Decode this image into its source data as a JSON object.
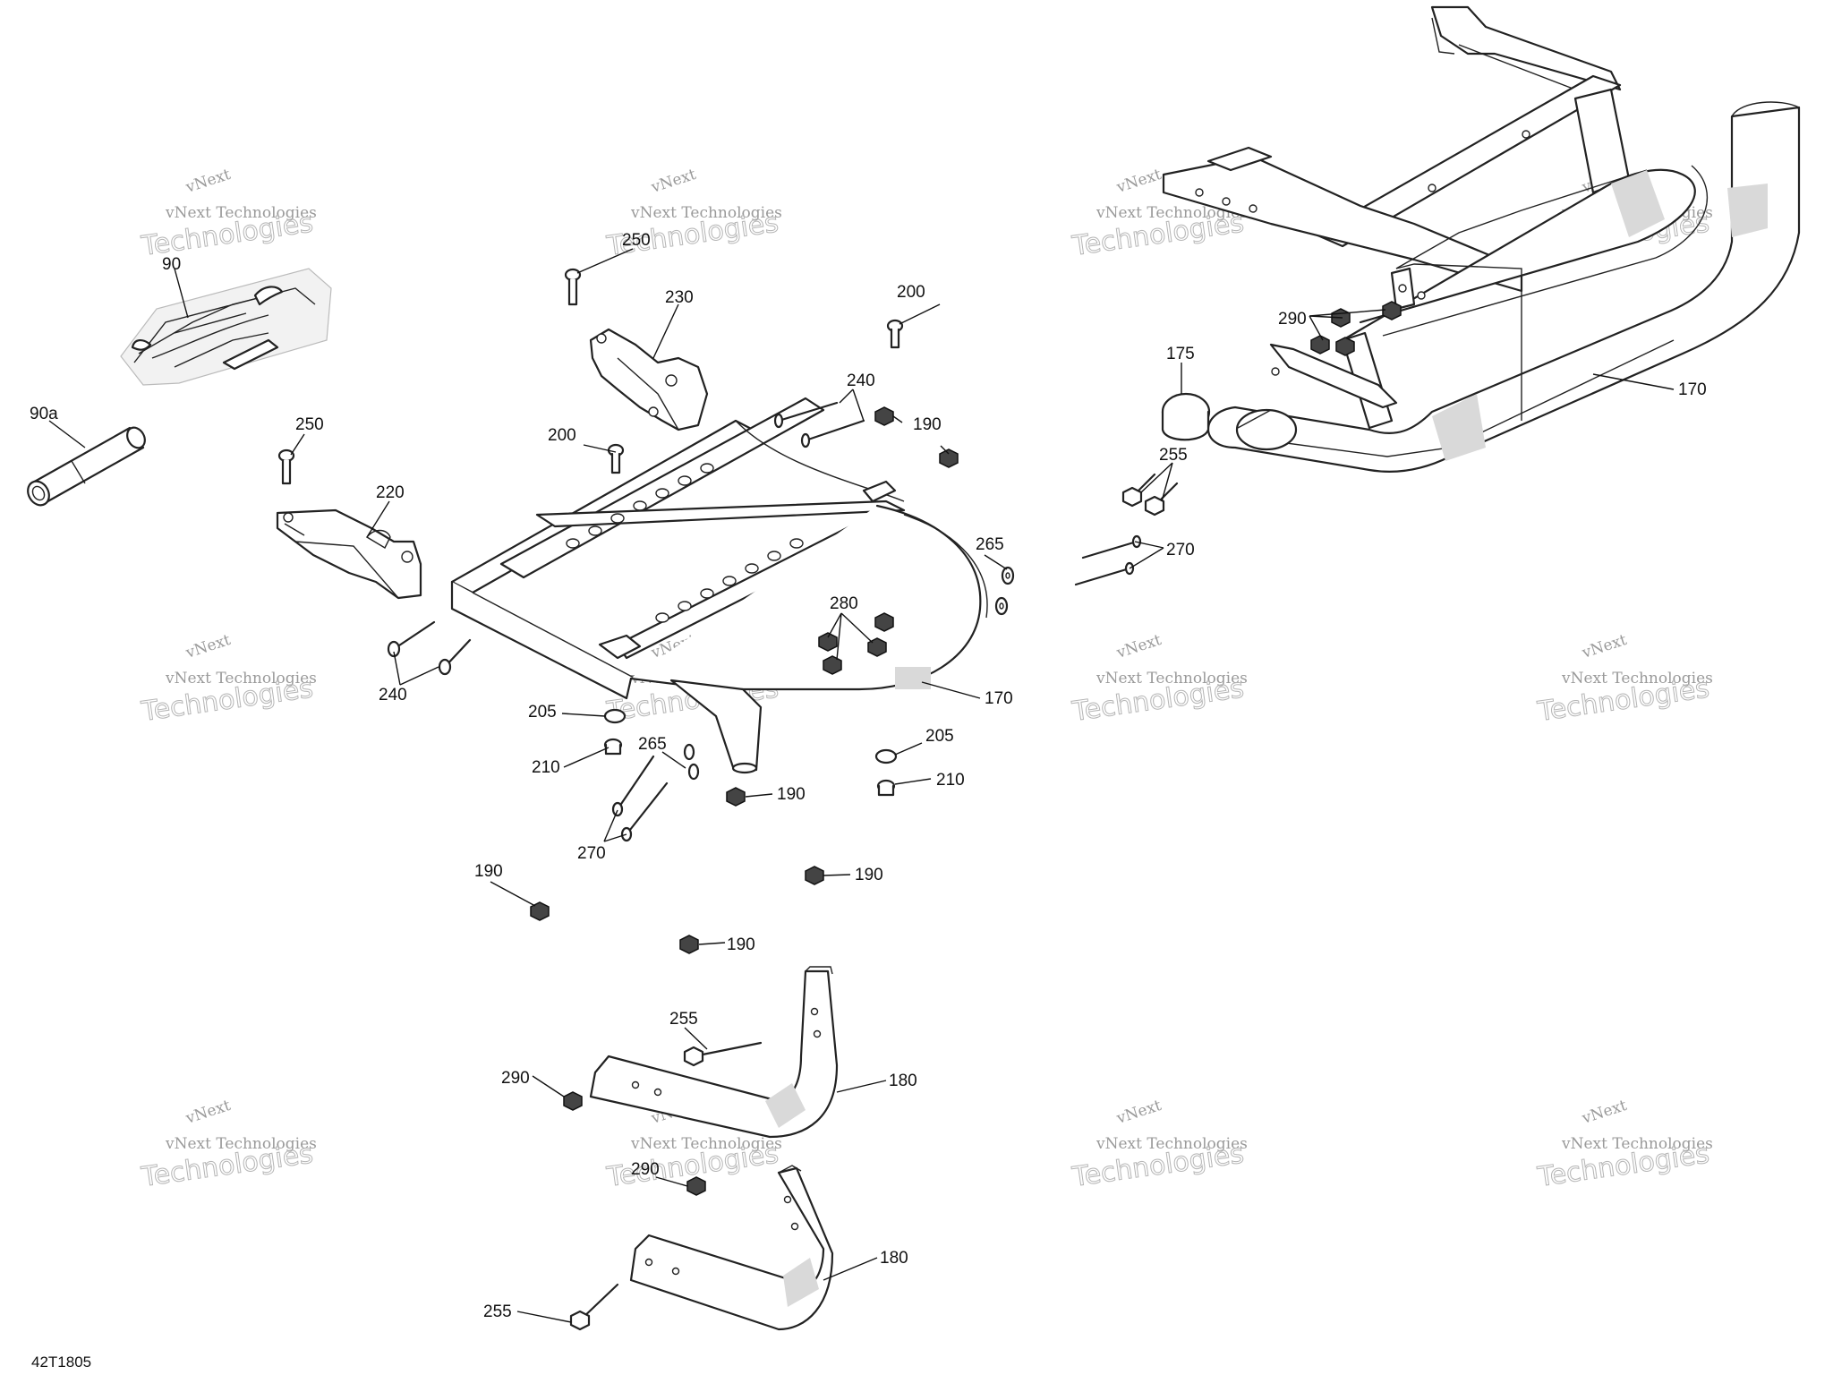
{
  "document_id": "42T1805",
  "watermark": {
    "line1": "vNext",
    "line2": "vNext Technologies",
    "line3": "Technologies"
  },
  "callouts": {
    "c90": "90",
    "c90a": "90a",
    "c250a": "250",
    "c250b": "250",
    "c220": "220",
    "c230": "230",
    "c200a": "200",
    "c200b": "200",
    "c240a": "240",
    "c240b": "240",
    "c190a": "190",
    "c190b": "190",
    "c190c": "190",
    "c190d": "190",
    "c190e": "190",
    "c265a": "265",
    "c265b": "265",
    "c280": "280",
    "c170a": "170",
    "c170b": "170",
    "c205a": "205",
    "c205b": "205",
    "c210a": "210",
    "c210b": "210",
    "c270a": "270",
    "c270b": "270",
    "c175": "175",
    "c255a": "255",
    "c255b": "255",
    "c255c": "255",
    "c290a": "290",
    "c290b": "290",
    "c290c": "290",
    "c180a": "180",
    "c180b": "180"
  }
}
